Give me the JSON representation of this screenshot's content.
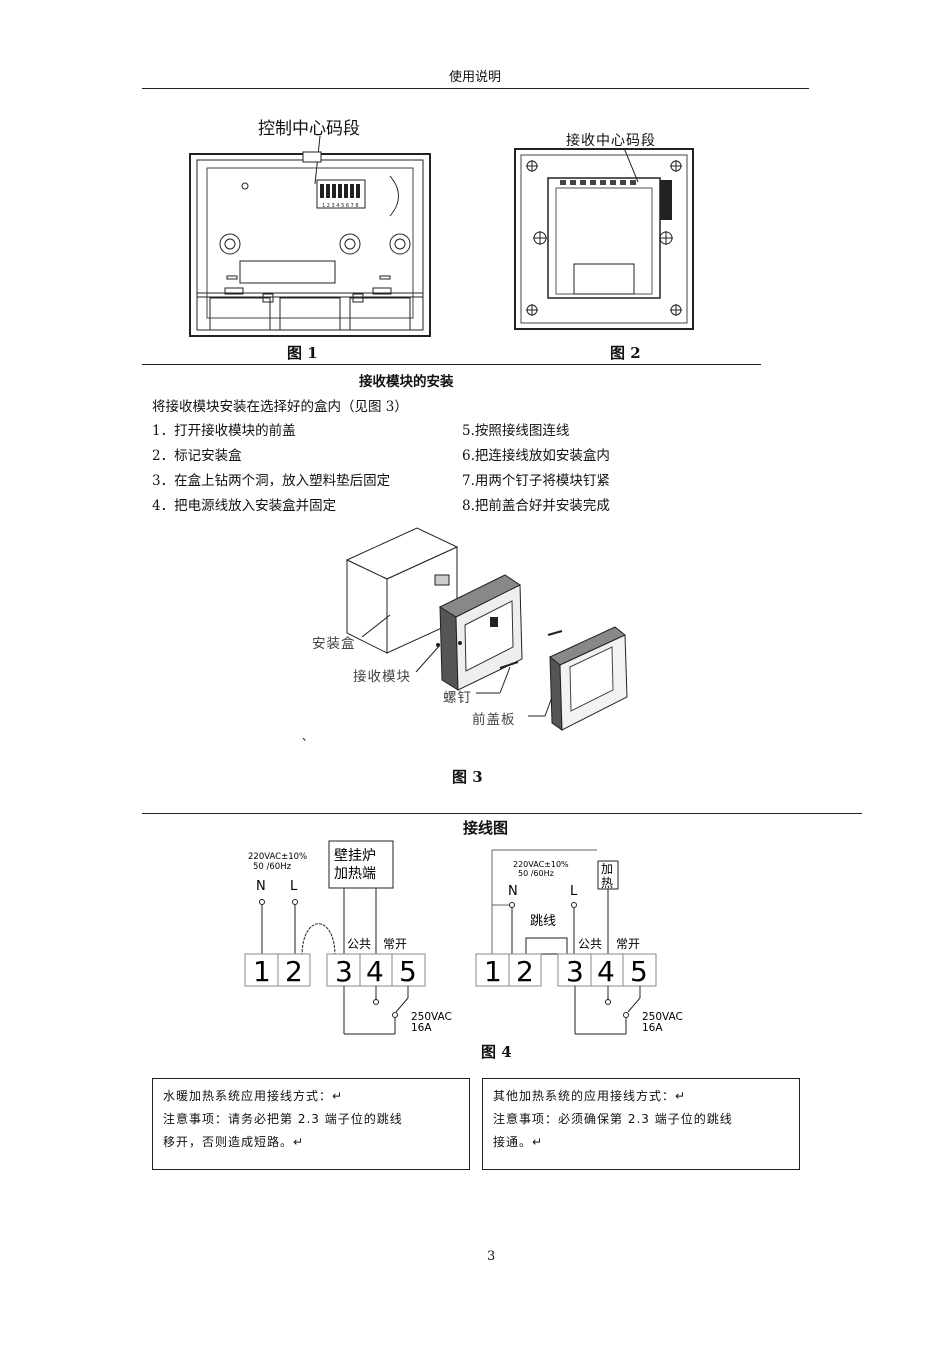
{
  "header": {
    "title": "使用说明"
  },
  "figure1": {
    "label": "控制中心码段",
    "caption": "图 1",
    "dip_numbers": "1 2 3 4 5 6 7 8"
  },
  "figure2": {
    "label": "接收中心码段",
    "caption": "图 2"
  },
  "install": {
    "title": "接收模块的安装",
    "intro": "将接收模块安装在选择好的盒内（见图 3）",
    "steps_left": [
      "1．打开接收模块的前盖",
      "2．标记安装盒",
      "3．在盒上钻两个洞，放入塑料垫后固定",
      "4．把电源线放入安装盒并固定"
    ],
    "steps_right": [
      "5.按照接线图连线",
      "6.把连接线放如安装盒内",
      "7.用两个钉子将模块钉紧",
      "8.把前盖合好并安装完成"
    ]
  },
  "figure3": {
    "labels": {
      "box": "安装盒",
      "module": "接收模块",
      "screw": "螺钉",
      "cover": "前盖板"
    },
    "stray_mark": "、",
    "caption": "图 3"
  },
  "wiring": {
    "title": "接线图",
    "left": {
      "power": "220VAC±10%",
      "freq": "50 /60Hz",
      "n": "N",
      "l": "L",
      "boiler_line1": "壁挂炉",
      "boiler_line2": "加热端",
      "common": "公共",
      "normally_open": "常开",
      "rating1": "250VAC",
      "rating2": "16A",
      "terminals": [
        "1",
        "2",
        "3",
        "4",
        "5"
      ]
    },
    "right": {
      "power": "220VAC±10%",
      "freq": "50 /60Hz",
      "n": "N",
      "l": "L",
      "heat_line1": "加",
      "heat_line2": "热",
      "jumper": "跳线",
      "common": "公共",
      "normally_open": "常开",
      "rating1": "250VAC",
      "rating2": "16A",
      "terminals": [
        "1",
        "2",
        "3",
        "4",
        "5"
      ]
    },
    "caption": "图 4"
  },
  "notes": {
    "left": {
      "line1": "水暖加热系统应用接线方式：↵",
      "line2": "注意事项：请务必把第 2.3 端子位的跳线",
      "line3": "移开，否则造成短路。↵"
    },
    "right": {
      "line1": "其他加热系统的应用接线方式：↵",
      "line2": "注意事项：必须确保第 2.3 端子位的跳线",
      "line3": "接通。↵"
    }
  },
  "footer": {
    "page_number": "3"
  }
}
